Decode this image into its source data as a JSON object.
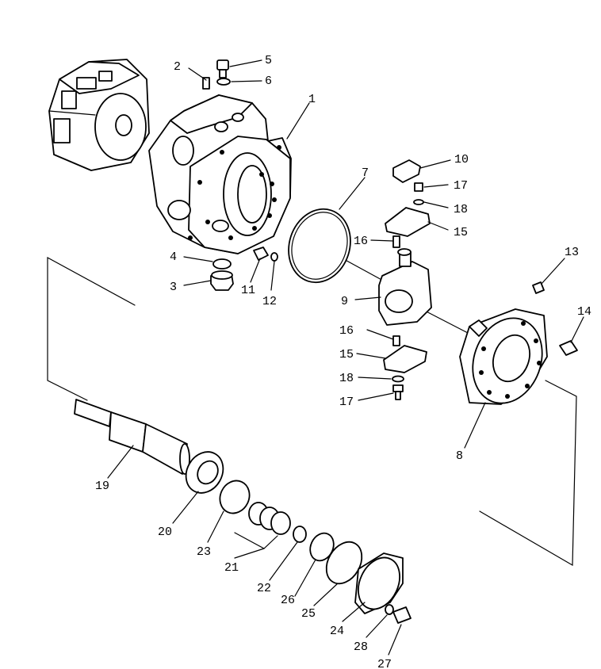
{
  "diagram": {
    "type": "exploded parts view",
    "parts": [
      {
        "callout": "1",
        "part": "pump-case"
      },
      {
        "callout": "2",
        "part": "plug-screw"
      },
      {
        "callout": "3",
        "part": "plug"
      },
      {
        "callout": "4",
        "part": "o-ring"
      },
      {
        "callout": "5",
        "part": "bolt"
      },
      {
        "callout": "6",
        "part": "washer"
      },
      {
        "callout": "7",
        "part": "o-ring-large"
      },
      {
        "callout": "8",
        "part": "end-cover"
      },
      {
        "callout": "9",
        "part": "servo-piston-block"
      },
      {
        "callout": "10",
        "part": "cap"
      },
      {
        "callout": "11",
        "part": "dowel-pin"
      },
      {
        "callout": "12",
        "part": "small-o-ring"
      },
      {
        "callout": "13",
        "part": "plug-screw-short"
      },
      {
        "callout": "14",
        "part": "bolt-side"
      },
      {
        "callout": "15",
        "part": "retainer-plate"
      },
      {
        "callout": "16",
        "part": "pin"
      },
      {
        "callout": "17",
        "part": "bolt-small"
      },
      {
        "callout": "18",
        "part": "washer-small"
      },
      {
        "callout": "19",
        "part": "shaft"
      },
      {
        "callout": "20",
        "part": "bearing"
      },
      {
        "callout": "21",
        "part": "spacer-rings"
      },
      {
        "callout": "22",
        "part": "snap-ring"
      },
      {
        "callout": "23",
        "part": "snap-ring-large"
      },
      {
        "callout": "24",
        "part": "cover"
      },
      {
        "callout": "25",
        "part": "o-ring-cover"
      },
      {
        "callout": "26",
        "part": "oil-seal"
      },
      {
        "callout": "27",
        "part": "bolt-cover"
      },
      {
        "callout": "28",
        "part": "washer-cover"
      }
    ]
  }
}
